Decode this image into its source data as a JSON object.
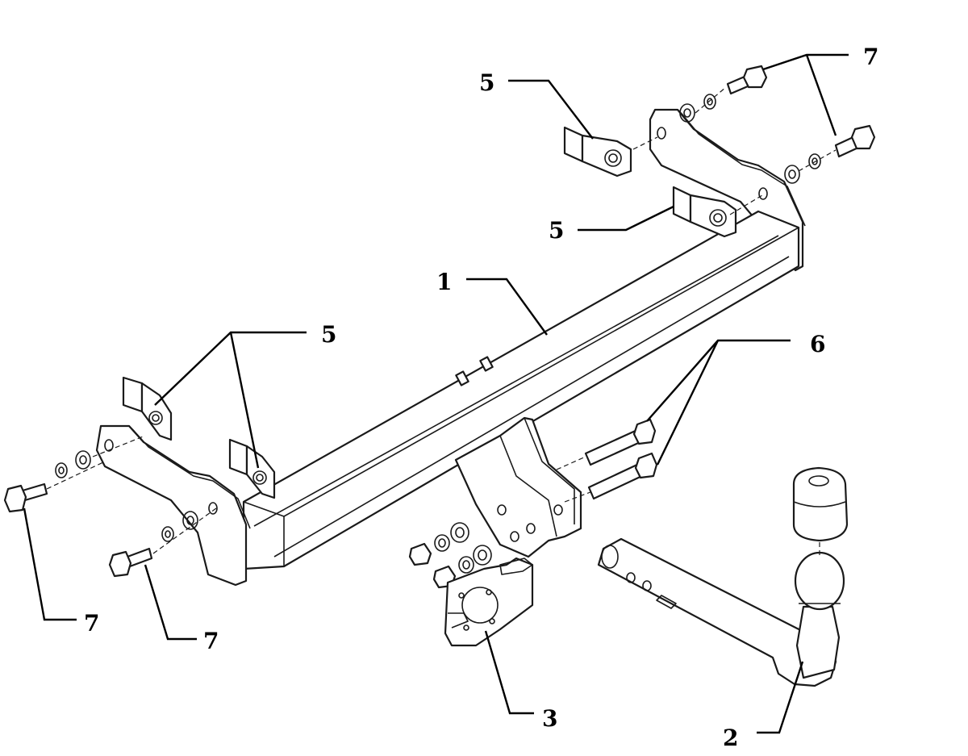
{
  "diagram": {
    "callouts": [
      {
        "id": "c1",
        "label": "1"
      },
      {
        "id": "c2",
        "label": "2"
      },
      {
        "id": "c3",
        "label": "3"
      },
      {
        "id": "c5a",
        "label": "5"
      },
      {
        "id": "c5b",
        "label": "5"
      },
      {
        "id": "c5c",
        "label": "5"
      },
      {
        "id": "c6",
        "label": "6"
      },
      {
        "id": "c7a",
        "label": "7"
      },
      {
        "id": "c7b",
        "label": "7"
      },
      {
        "id": "c7c",
        "label": "7"
      }
    ],
    "colors": {
      "line": "#1a1a1a",
      "background": "#ffffff"
    }
  }
}
